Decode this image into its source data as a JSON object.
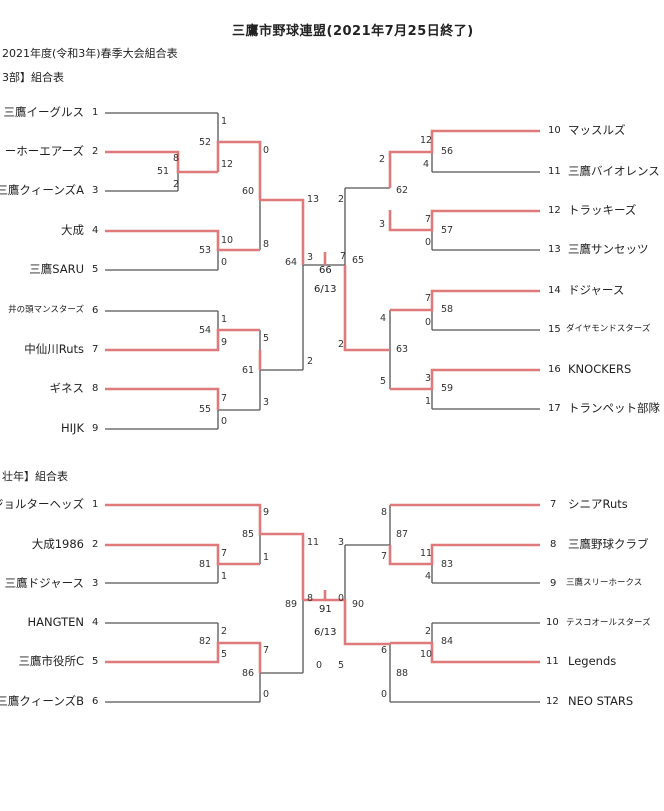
{
  "header": {
    "title": "三鷹市野球連盟(2021年7月25日終了)",
    "subtitle": "2021年度(令和3年)春季大会組合表",
    "section1": "3部】組合表",
    "section2": "壮年】組合表"
  },
  "colors": {
    "win": "#e07a7a",
    "line": "#555555"
  },
  "div3": {
    "left_teams": [
      {
        "no": "1",
        "name": "三鷹イーグルス"
      },
      {
        "no": "2",
        "name": "ーホーエアーズ"
      },
      {
        "no": "3",
        "name": "三鷹クィーンズA"
      },
      {
        "no": "4",
        "name": "大成"
      },
      {
        "no": "5",
        "name": "三鷹SARU"
      },
      {
        "no": "6",
        "name": "井の頭マンスターズ"
      },
      {
        "no": "7",
        "name": "中仙川Ruts"
      },
      {
        "no": "8",
        "name": "ギネス"
      },
      {
        "no": "9",
        "name": "HIJK"
      }
    ],
    "right_teams": [
      {
        "no": "10",
        "name": "マッスルズ"
      },
      {
        "no": "11",
        "name": "三鷹バイオレンス"
      },
      {
        "no": "12",
        "name": "トラッキーズ"
      },
      {
        "no": "13",
        "name": "三鷹サンセッツ"
      },
      {
        "no": "14",
        "name": "ドジャース"
      },
      {
        "no": "15",
        "name": "ダイヤモンドスターズ"
      },
      {
        "no": "16",
        "name": "KNOCKERS"
      },
      {
        "no": "17",
        "name": "トランペット部隊"
      }
    ],
    "scores": {
      "s1": "1",
      "s52": "52",
      "s0a": "0",
      "s8a": "8",
      "s51": "51",
      "s12a": "12",
      "s2a": "2",
      "s60": "60",
      "s13": "13",
      "s10a": "10",
      "s53": "53",
      "s8b": "8",
      "s0b": "0",
      "s64": "64",
      "s3c": "3",
      "s1b": "1",
      "s54": "54",
      "s5a": "5",
      "s9a": "9",
      "s61": "61",
      "s2b": "2",
      "s7a": "7",
      "s55": "55",
      "s3a": "3",
      "s0c": "0",
      "s66": "66",
      "s613": "6/13",
      "s3m": "3",
      "s7m": "7",
      "s65": "65",
      "r2a": "2",
      "r12": "12",
      "r56": "56",
      "r4a": "4",
      "r2b": "2",
      "r62": "62",
      "r3a": "3",
      "r7a": "7",
      "r57": "57",
      "r0a": "0",
      "r7b": "7",
      "r58": "58",
      "r4b": "4",
      "r0b": "0",
      "r2c": "2",
      "r63": "63",
      "r3b": "3",
      "r59": "59",
      "r5a": "5",
      "r1a": "1"
    }
  },
  "senior": {
    "left_teams": [
      {
        "no": "1",
        "name": "ジョルターヘッズ"
      },
      {
        "no": "2",
        "name": "大成1986"
      },
      {
        "no": "3",
        "name": "三鷹ドジャース"
      },
      {
        "no": "4",
        "name": "HANGTEN"
      },
      {
        "no": "5",
        "name": "三鷹市役所C"
      },
      {
        "no": "6",
        "name": "三鷹クィーンズB"
      }
    ],
    "right_teams": [
      {
        "no": "7",
        "name": "シニアRuts"
      },
      {
        "no": "8",
        "name": "三鷹野球クラブ"
      },
      {
        "no": "9",
        "name": "三鷹スリーホークス"
      },
      {
        "no": "10",
        "name": "テスコオールスターズ"
      },
      {
        "no": "11",
        "name": "Legends"
      },
      {
        "no": "12",
        "name": "NEO STARS"
      }
    ],
    "scores": {
      "l9": "9",
      "l85": "85",
      "l7": "7",
      "l1a": "1",
      "l81": "81",
      "l1b": "1",
      "l11": "11",
      "l8m": "8",
      "l91": "91",
      "l0m": "0",
      "l90": "90",
      "l613": "6/13",
      "l2": "2",
      "l82": "82",
      "l5": "5",
      "l7b": "7",
      "l86": "86",
      "l0a": "0",
      "l0b": "0",
      "l89": "89",
      "r8": "8",
      "r87": "87",
      "r3": "3",
      "r11": "11",
      "r7": "7",
      "r83": "83",
      "r4": "4",
      "r2": "2",
      "r84": "84",
      "r10": "10",
      "r6": "6",
      "r88": "88",
      "r5": "5",
      "r0": "0"
    }
  }
}
